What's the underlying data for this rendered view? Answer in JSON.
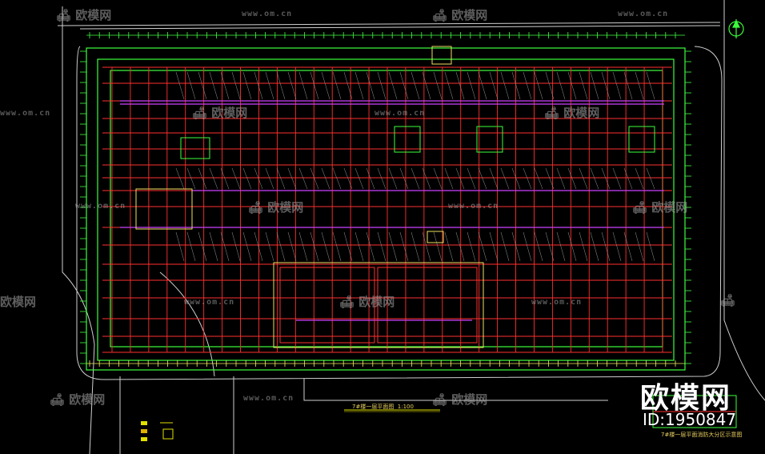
{
  "watermark": {
    "name": "欧模网",
    "url": "www.om.cn"
  },
  "brand": {
    "name": "欧模网",
    "id_label": "ID:1950847"
  },
  "drawing": {
    "plan_title": "7#楼一层平面图",
    "plan_scale": "1:100",
    "secondary_title": "7#楼一层平面消防大分区示意图"
  },
  "colors": {
    "background": "#000000",
    "grid_red": "#ff3030",
    "wall_green": "#40ff40",
    "dim_yellow": "#f0f060",
    "pipe_magenta": "#d040ff",
    "site_outline": "#d0d0d0"
  },
  "icons": [
    "north-arrow-icon",
    "watermark-logo-icon"
  ]
}
